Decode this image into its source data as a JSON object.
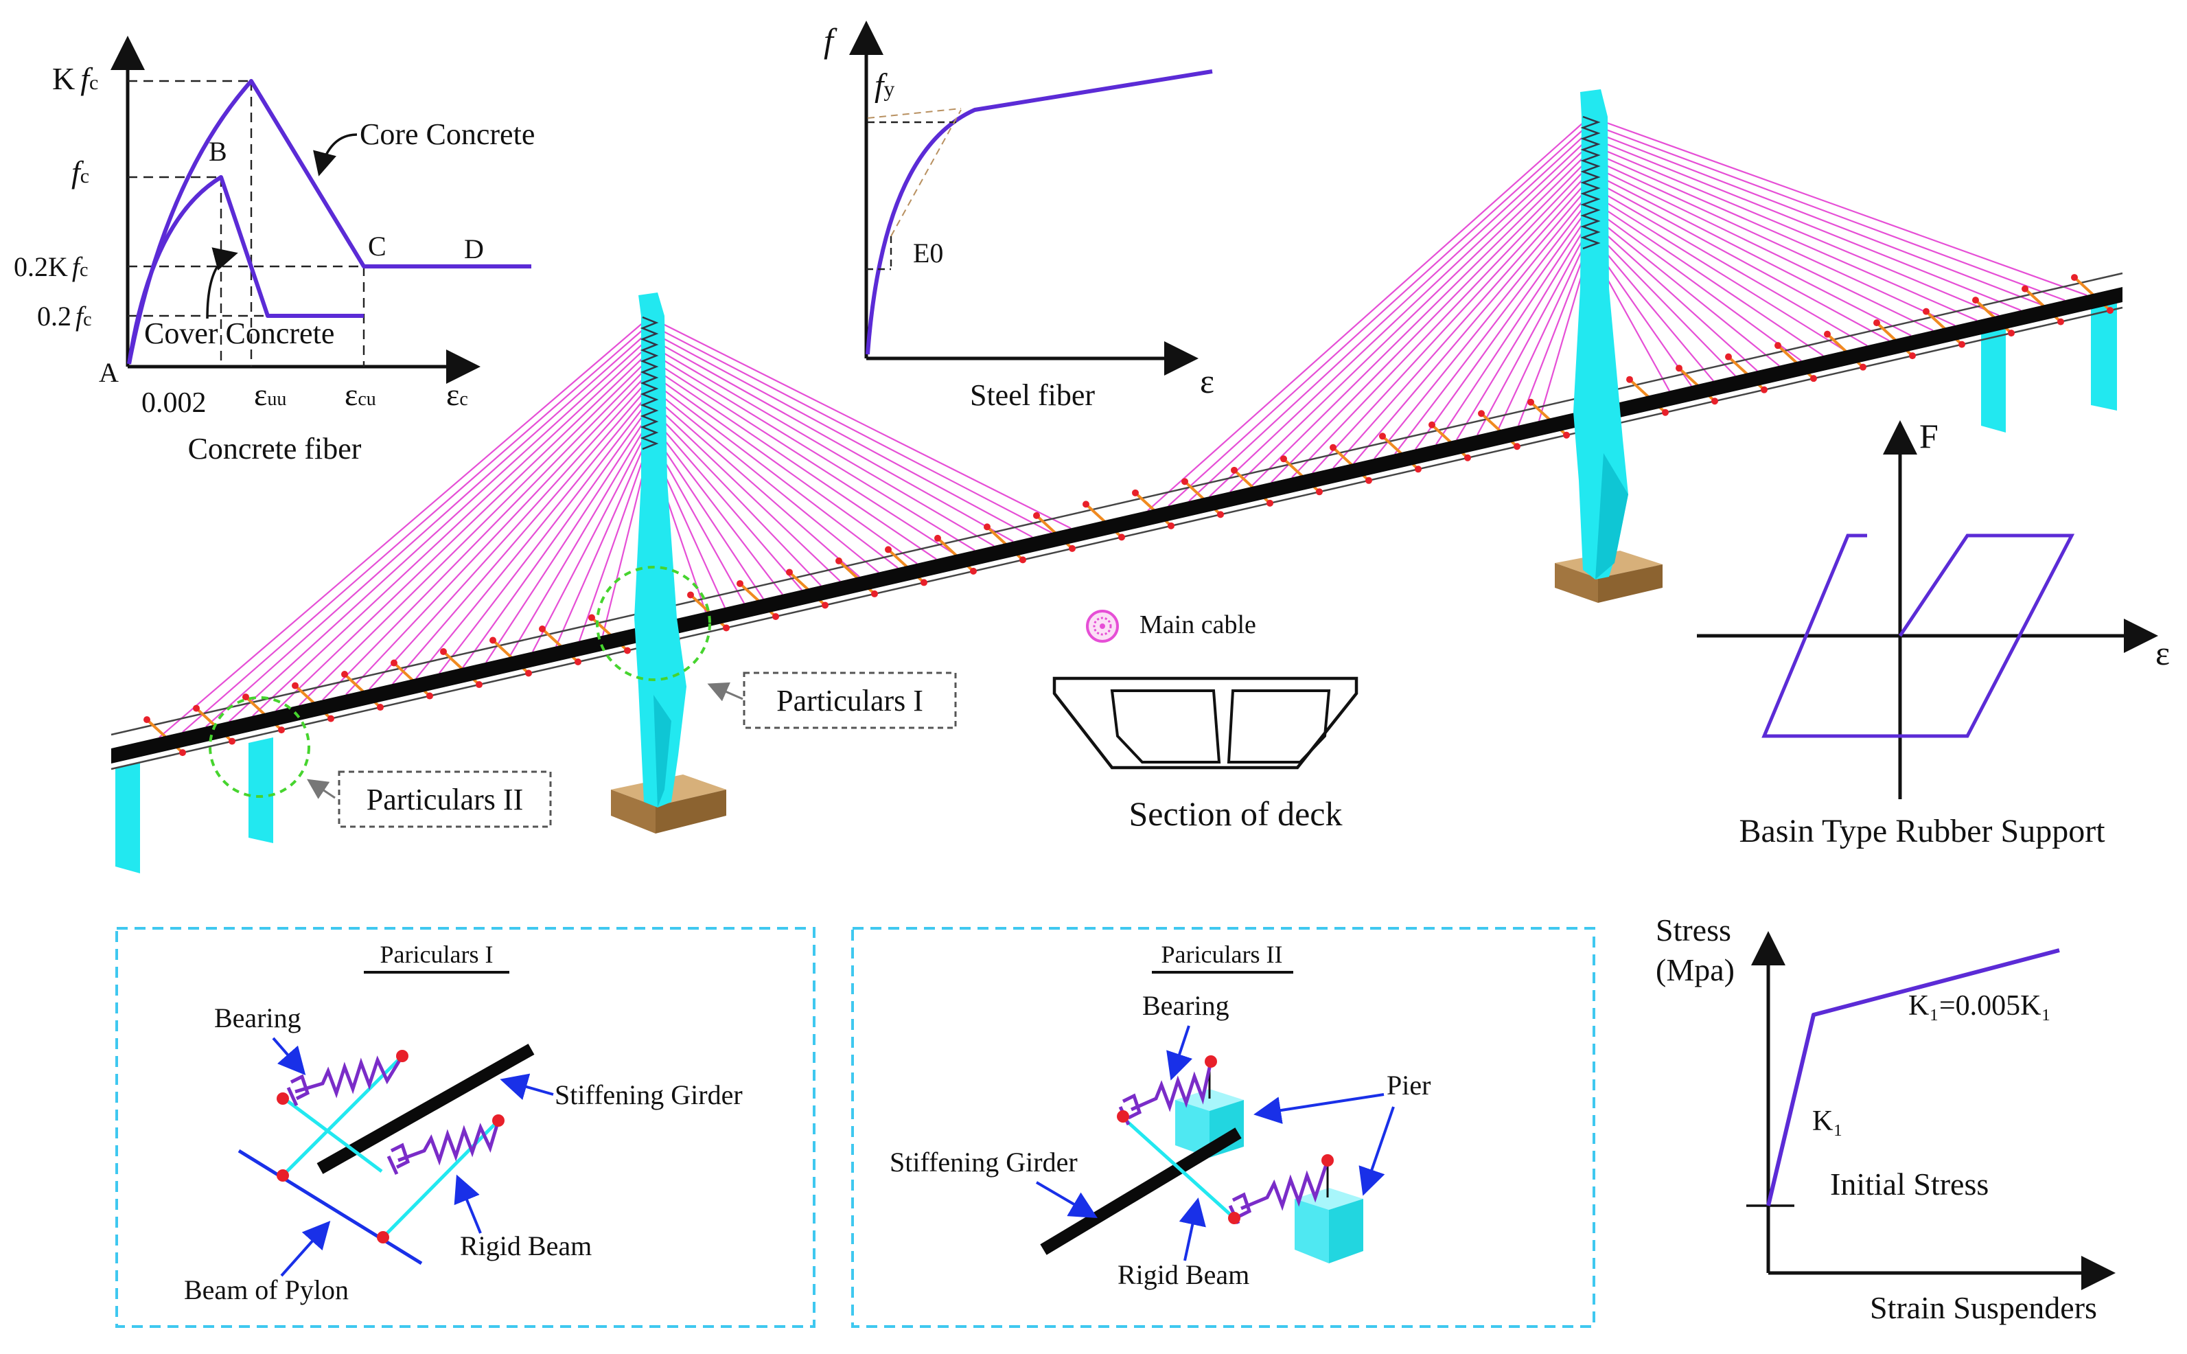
{
  "concrete_fiber": {
    "caption": "Concrete fiber",
    "y_ticks": {
      "kfc_k": "K",
      "kfc_f": "f",
      "kfc_sub": "c",
      "fc_f": "f",
      "fc_sub": "c",
      "p2kfc_pre": "0.2K",
      "p2kfc_f": "f",
      "p2kfc_sub": "c",
      "p2fc_pre": "0.2",
      "p2fc_f": "f",
      "p2fc_sub": "c"
    },
    "x_ticks": {
      "t0": "0.002",
      "euu_e": "ε",
      "euu_sub": "uu",
      "ecu_e": "ε",
      "ecu_sub": "cu",
      "ec_e": "ε",
      "ec_sub": "c"
    },
    "points": {
      "a": "A",
      "b": "B",
      "c": "C",
      "d": "D"
    },
    "core_label": "Core Concrete",
    "cover_label": "Cover Concrete"
  },
  "steel_fiber": {
    "caption": "Steel fiber",
    "y_axis_f": "f",
    "fy_f": "f",
    "fy_sub": "y",
    "e0": "E0",
    "x_axis": "ε"
  },
  "bridge": {
    "main_cable_label": "Main cable",
    "callout_1": "Particulars I",
    "callout_2": "Particulars II",
    "deck_caption": "Section of deck"
  },
  "rubber_support": {
    "caption": "Basin Type Rubber Support",
    "y_axis": "F",
    "x_axis": "ε"
  },
  "detail_1": {
    "title": "Pariculars I",
    "bearing": "Bearing",
    "stiffening_girder": "Stiffening Girder",
    "rigid_beam": "Rigid Beam",
    "beam_of_pylon": "Beam of Pylon"
  },
  "detail_2": {
    "title": "Pariculars II",
    "bearing": "Bearing",
    "pier": "Pier",
    "stiffening_girder": "Stiffening Girder",
    "rigid_beam": "Rigid Beam"
  },
  "suspender": {
    "y_axis_1": "Stress",
    "y_axis_2": "(Mpa)",
    "x_axis": "Strain Suspenders",
    "k1": "K₁",
    "k2": "K₁=0.005K₁",
    "initial_stress": "Initial Stress"
  },
  "colors": {
    "cable": "#e64fd6",
    "tower": "#22e8f0",
    "deck": "#0a0a0a",
    "node": "#e8202a",
    "floor_beam": "#f08a20",
    "curve": "#5b2bd6",
    "arrow": "#1930e8",
    "base": "#b58a55",
    "callout_ring": "#46d42e",
    "panel_border": "#3fc8f0"
  }
}
